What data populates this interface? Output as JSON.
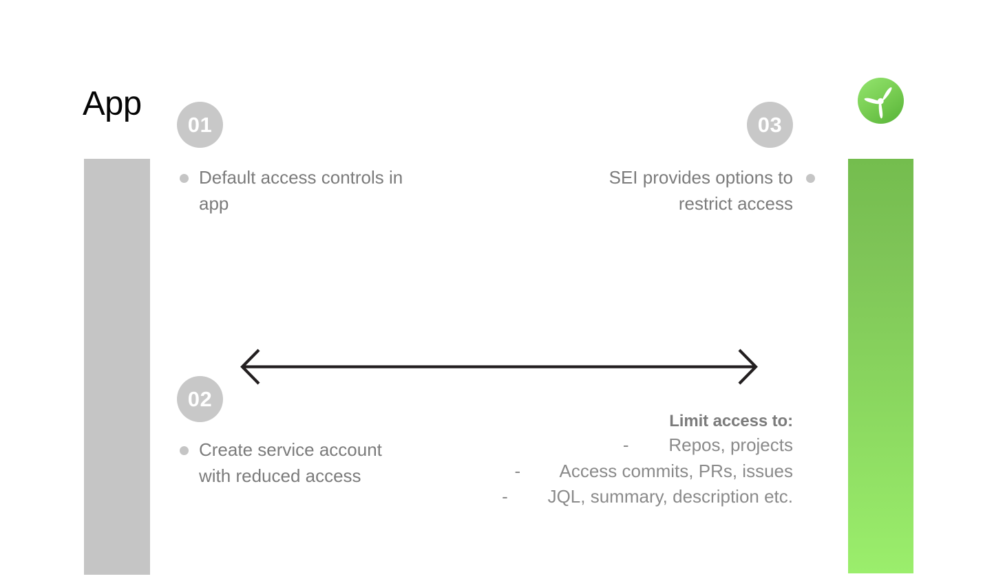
{
  "slide": {
    "title": "App",
    "background": "#ffffff"
  },
  "colors": {
    "gray_bar": "#c5c5c5",
    "badge_gray": "#c8c8c8",
    "body_text": "#7b7b7b",
    "title_text": "#050505",
    "green_top": "#74bd4e",
    "green_bottom": "#9bee6c",
    "arrow": "#231f20"
  },
  "logo": {
    "name": "propeller-logo",
    "circle_color_top": "#8fe06a",
    "circle_color_bottom": "#5cb83c",
    "blade_color": "#ffffff"
  },
  "steps": [
    {
      "number": "01",
      "bullet": "●",
      "text": "Default access controls in app",
      "align": "left"
    },
    {
      "number": "02",
      "bullet": "●",
      "text": "Create service account with reduced access",
      "align": "left"
    },
    {
      "number": "03",
      "bullet": "●",
      "text": "SEI provides options to restrict access",
      "align": "right"
    }
  ],
  "arrow": {
    "name": "double-headed-arrow",
    "direction": "both",
    "color": "#231f20"
  },
  "limit_access": {
    "heading": "Limit access to:",
    "items": [
      "-        Repos, projects",
      "-        Access commits, PRs, issues",
      "-        JQL, summary, description etc."
    ]
  }
}
